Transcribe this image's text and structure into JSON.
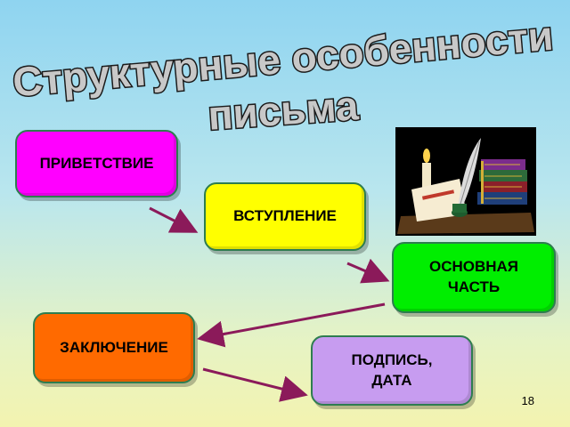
{
  "title": {
    "line1": "Структурные особенности",
    "line2": "письма"
  },
  "colors": {
    "greeting": "#ff00ff",
    "intro": "#ffff00",
    "main": "#00ee00",
    "conclusion": "#ff6a00",
    "signature": "#c79cf0",
    "arrow": "#8b1a5a"
  },
  "steps": [
    {
      "label": "ПРИВЕТСТВИЕ"
    },
    {
      "label": "ВСТУПЛЕНИЕ"
    },
    {
      "label": "ОСНОВНАЯ\nЧАСТЬ"
    },
    {
      "label": "ЗАКЛЮЧЕНИЕ"
    },
    {
      "label": "ПОДПИСЬ,\nДАТА"
    }
  ],
  "illustration": {
    "icon": "books-quill-candle-icon"
  },
  "slide_number": "18"
}
